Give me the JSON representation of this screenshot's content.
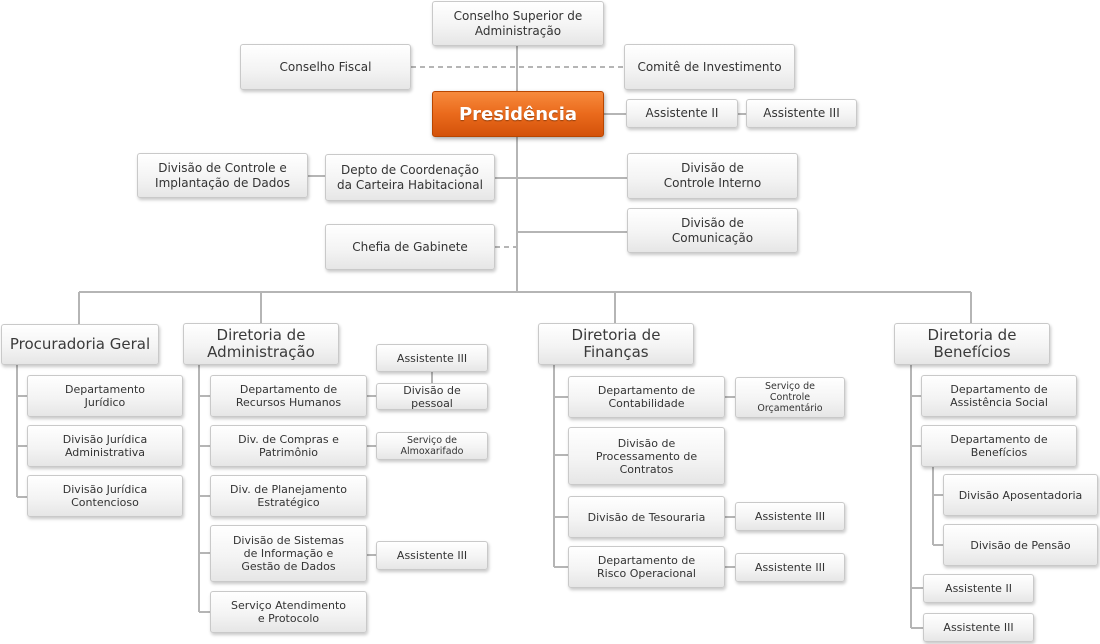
{
  "boxes": {
    "conselho_superior": "Conselho Superior de\nAdministração",
    "conselho_fiscal": "Conselho Fiscal",
    "comite_investimento": "Comitê de Investimento",
    "presidencia": "Presidência",
    "assistente_ii_pres": "Assistente II",
    "assistente_iii_pres": "Assistente III",
    "div_controle_implantacao": "Divisão de Controle e\nImplantação de Dados",
    "depto_coord_carteira": "Depto de Coordenação\nda Carteira Habitacional",
    "div_controle_interno": "Divisão de\nControle Interno",
    "div_comunicacao": "Divisão de\nComunicação",
    "chefia_gabinete": "Chefia de Gabinete",
    "procuradoria_geral": "Procuradoria Geral",
    "dir_administracao": "Diretoria de\nAdministração",
    "dir_financas": "Diretoria de\nFinanças",
    "dir_beneficios": "Diretoria de\nBenefícios",
    "depto_juridico": "Departamento\nJurídico",
    "div_jur_admin": "Divisão Jurídica\nAdministrativa",
    "div_jur_contencioso": "Divisão Jurídica\nContencioso",
    "assistente_iii_adm": "Assistente III",
    "depto_rh": "Departamento de\nRecursos Humanos",
    "div_pessoal": "Divisão de pessoal",
    "div_compras": "Div. de Compras e\nPatrimônio",
    "serv_almox": "Serviço de\nAlmoxarifado",
    "div_planejamento": "Div. de Planejamento\nEstratégico",
    "div_sistemas": "Divisão de Sistemas\nde Informação e\nGestão de Dados",
    "assistente_iii_sis": "Assistente III",
    "serv_atendimento": "Serviço Atendimento\ne Protocolo",
    "depto_contabilidade": "Departamento de\nContabilidade",
    "serv_controle_orc": "Serviço de\nControle\nOrçamentário",
    "div_processamento": "Divisão de\nProcessamento de\nContratos",
    "div_tesouraria": "Divisão de Tesouraria",
    "assistente_iii_tes": "Assistente III",
    "depto_risco": "Departamento de\nRisco Operacional",
    "assistente_iii_risco": "Assistente III",
    "depto_assist_social": "Departamento de\nAssistência Social",
    "depto_beneficios": "Departamento de\nBenefícios",
    "div_aposentadoria": "Divisão Aposentadoria",
    "div_pensao": "Divisão de Pensão",
    "assistente_ii_ben": "Assistente II",
    "assistente_iii_ben": "Assistente III"
  },
  "colors": {
    "line": "#b5b5b5",
    "accent": "#e9661a"
  }
}
